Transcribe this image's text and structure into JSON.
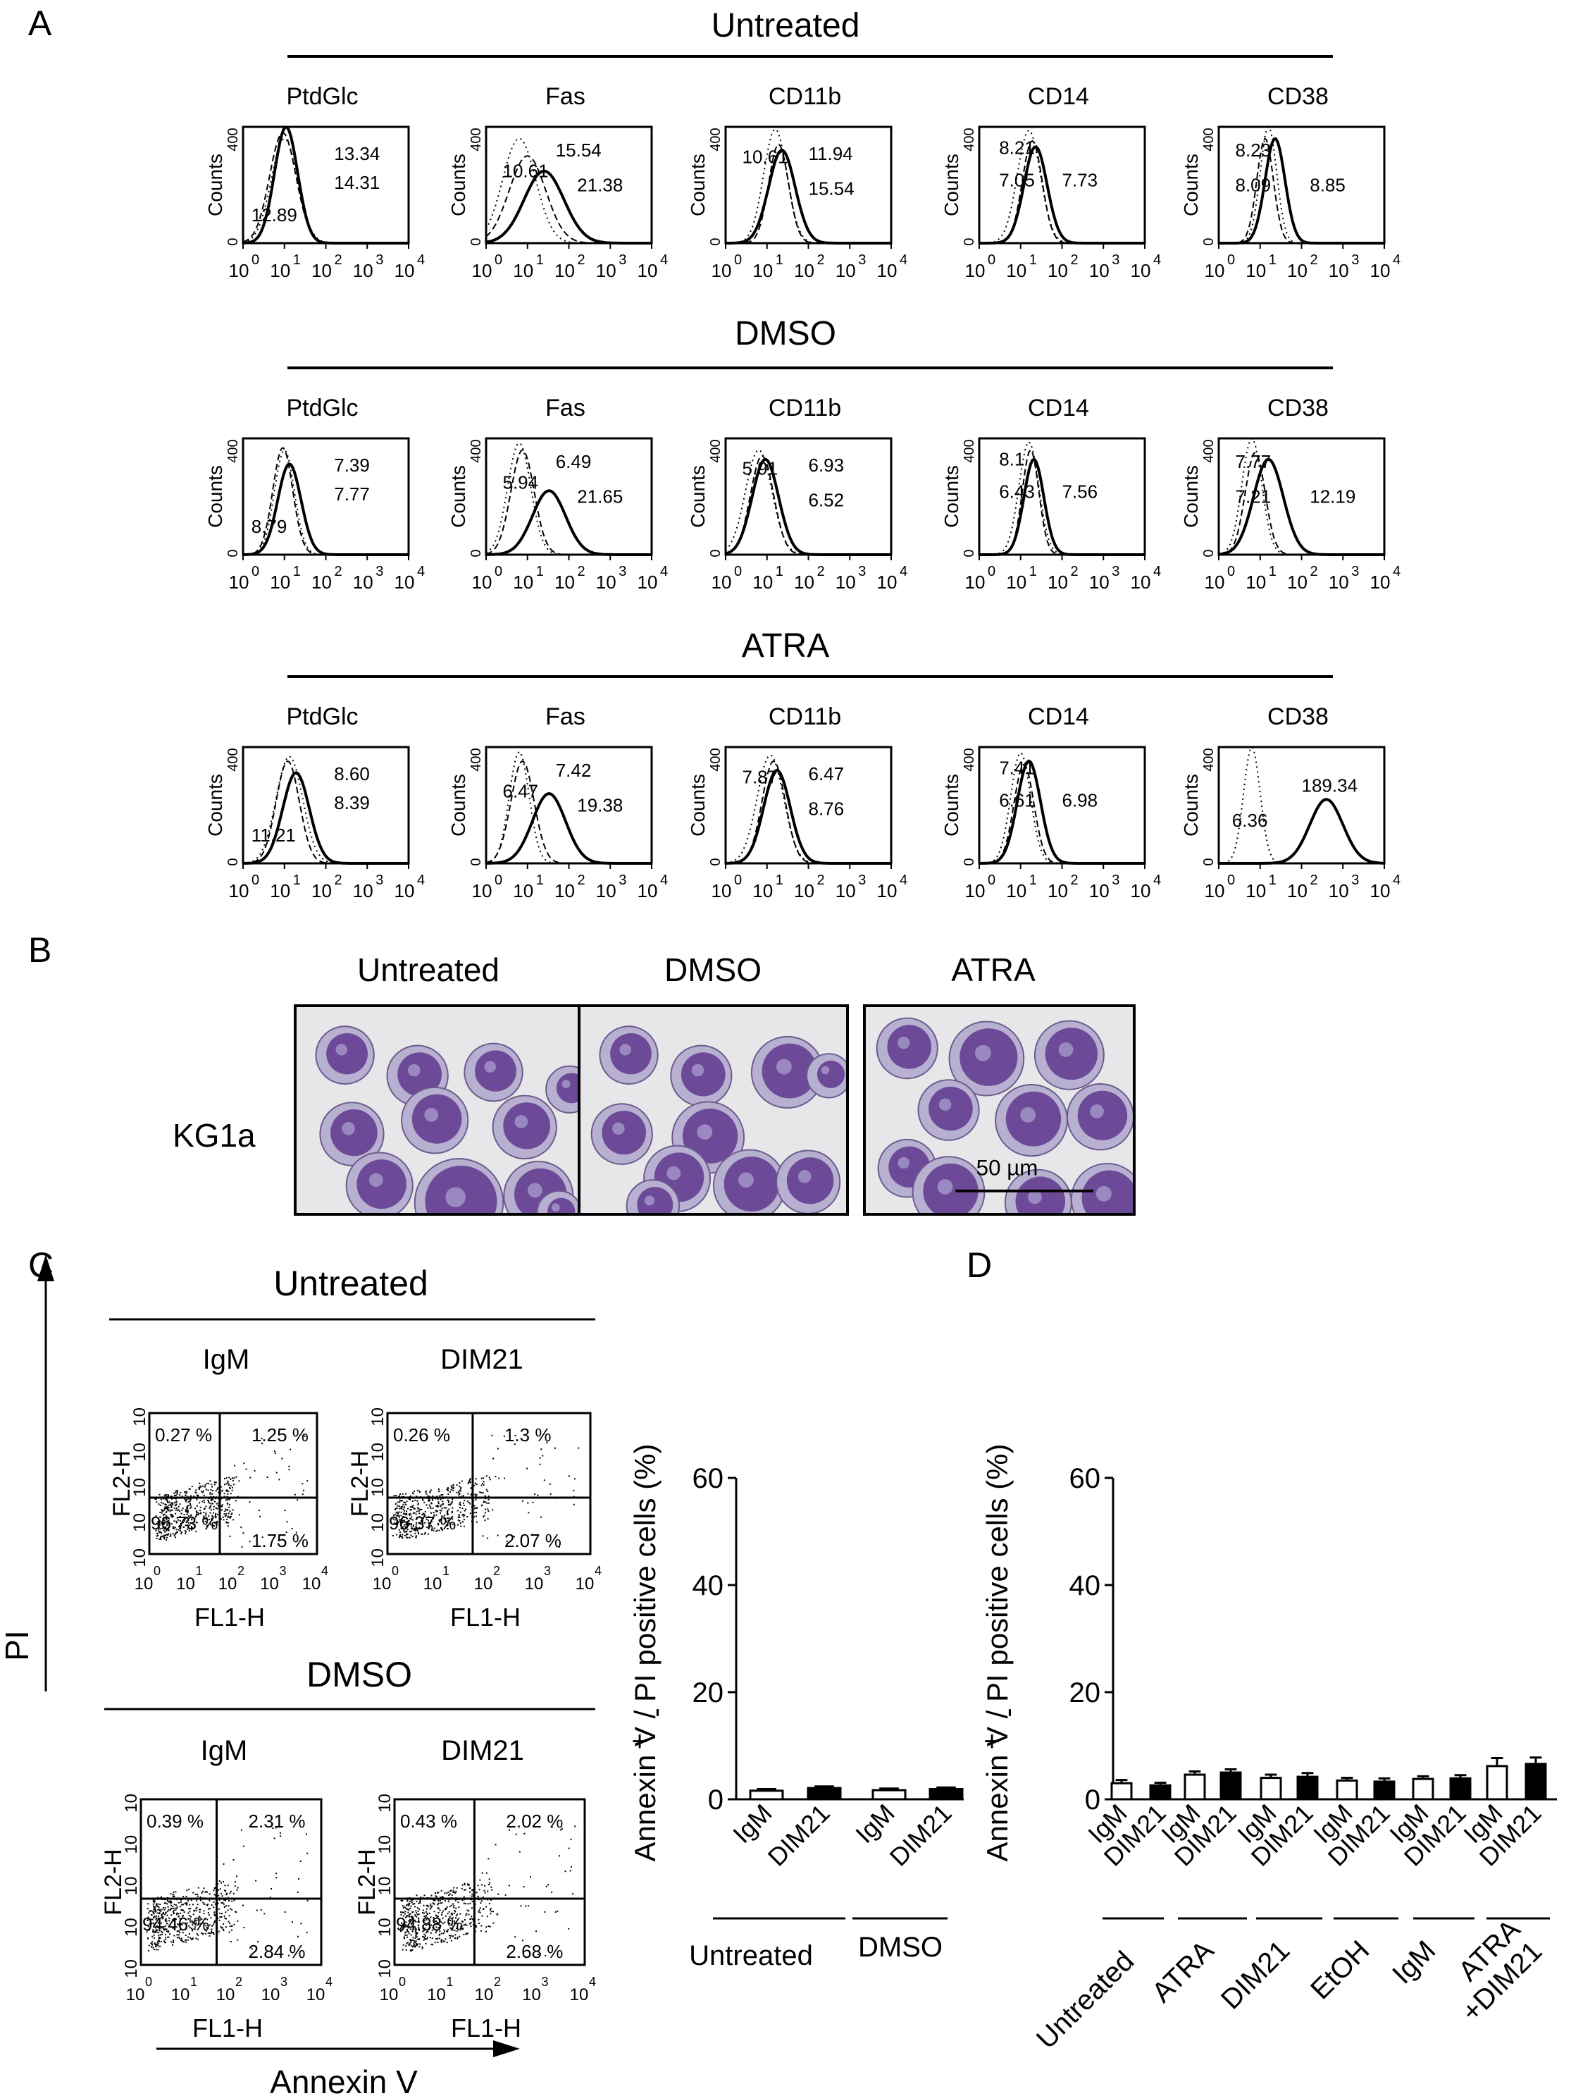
{
  "panel_labels": {
    "a": "A",
    "b": "B",
    "c": "C",
    "d": "D"
  },
  "panel_a": {
    "rows": [
      {
        "condition": "Untreated",
        "plots": [
          {
            "marker": "PtdGlc",
            "values": [
              "13.34",
              "14.31",
              "12.89"
            ]
          },
          {
            "marker": "Fas",
            "values": [
              "15.54",
              "10.61",
              "21.38"
            ]
          },
          {
            "marker": "CD11b",
            "values": [
              "10.61",
              "11.94",
              "15.54"
            ]
          },
          {
            "marker": "CD14",
            "values": [
              "8.21",
              "7.05",
              "7.73"
            ]
          },
          {
            "marker": "CD38",
            "values": [
              "8.23",
              "8.09",
              "8.85"
            ]
          }
        ]
      },
      {
        "condition": "DMSO",
        "plots": [
          {
            "marker": "PtdGlc",
            "values": [
              "7.39",
              "7.77",
              "8.79"
            ]
          },
          {
            "marker": "Fas",
            "values": [
              "6.49",
              "5.94",
              "21.65"
            ]
          },
          {
            "marker": "CD11b",
            "values": [
              "5.91",
              "6.93",
              "6.52"
            ]
          },
          {
            "marker": "CD14",
            "values": [
              "8.1",
              "6.43",
              "7.56"
            ]
          },
          {
            "marker": "CD38",
            "values": [
              "7.77",
              "7.21",
              "12.19"
            ]
          }
        ]
      },
      {
        "condition": "ATRA",
        "plots": [
          {
            "marker": "PtdGlc",
            "values": [
              "8.60",
              "8.39",
              "11.21"
            ]
          },
          {
            "marker": "Fas",
            "values": [
              "7.42",
              "6.47",
              "19.38"
            ]
          },
          {
            "marker": "CD11b",
            "values": [
              "7.87",
              "6.47",
              "8.76"
            ]
          },
          {
            "marker": "CD14",
            "values": [
              "7.41",
              "6.61",
              "6.98"
            ]
          },
          {
            "marker": "CD38",
            "values": [
              "189.34",
              "6.36"
            ]
          }
        ]
      }
    ],
    "ylabel": "Counts",
    "ytick_top": "400",
    "ytick_bottom": "0",
    "xtick_base": "10",
    "xtick_exponents": [
      "0",
      "1",
      "2",
      "3",
      "4"
    ]
  },
  "panel_b": {
    "cell_line": "KG1a",
    "conditions": [
      "Untreated",
      "DMSO",
      "ATRA"
    ],
    "scale_bar": "50 µm"
  },
  "panel_c": {
    "groups": [
      {
        "title": "Untreated",
        "plots": [
          {
            "label": "IgM",
            "ul": "0.27 %",
            "ur": "1.25 %",
            "ll": "96.73 %",
            "lr": "1.75 %"
          },
          {
            "label": "DIM21",
            "ul": "0.26 %",
            "ur": "1.3 %",
            "ll": "96.37 %",
            "lr": "2.07 %"
          }
        ]
      },
      {
        "title": "DMSO",
        "plots": [
          {
            "label": "IgM",
            "ul": "0.39 %",
            "ur": "2.31 %",
            "ll": "94.46 %",
            "lr": "2.84 %"
          },
          {
            "label": "DIM21",
            "ul": "0.43 %",
            "ur": "2.02 %",
            "ll": "94.88 %",
            "lr": "2.68 %"
          }
        ]
      }
    ],
    "ylabel": "FL2-H",
    "xlabel": "FL1-H",
    "y_arrow_label": "PI",
    "x_arrow_label": "Annexin V"
  },
  "chart_data": [
    {
      "type": "bar",
      "panel": "C",
      "ylabel_main": "Annexin V / PI positive cells (%)",
      "ylabel_signs": [
        "+",
        "-"
      ],
      "ylim": [
        0,
        60
      ],
      "yticks": [
        0,
        20,
        40,
        60
      ],
      "categories": [
        "IgM",
        "DIM21",
        "IgM",
        "DIM21"
      ],
      "values": [
        1.6,
        2.1,
        1.7,
        1.9
      ],
      "errors": [
        0.3,
        0.3,
        0.3,
        0.3
      ],
      "fills": [
        "#ffffff",
        "#000000",
        "#ffffff",
        "#000000"
      ],
      "groups": [
        "Untreated",
        "DMSO"
      ]
    },
    {
      "type": "bar",
      "panel": "D",
      "ylabel_main": "Annexin V / PI positive cells (%)",
      "ylabel_signs": [
        "+",
        "-"
      ],
      "ylim": [
        0,
        60
      ],
      "yticks": [
        0,
        20,
        40,
        60
      ],
      "categories": [
        "IgM",
        "DIM21",
        "IgM",
        "DIM21",
        "IgM",
        "DIM21",
        "IgM",
        "DIM21",
        "IgM",
        "DIM21",
        "IgM",
        "DIM21"
      ],
      "values": [
        3.0,
        2.6,
        4.6,
        5.0,
        4.0,
        4.2,
        3.5,
        3.3,
        3.8,
        3.9,
        6.2,
        6.6
      ],
      "errors": [
        0.6,
        0.5,
        0.6,
        0.6,
        0.6,
        0.7,
        0.5,
        0.6,
        0.5,
        0.6,
        1.5,
        1.2
      ],
      "fills": [
        "#ffffff",
        "#000000",
        "#ffffff",
        "#000000",
        "#ffffff",
        "#000000",
        "#ffffff",
        "#000000",
        "#ffffff",
        "#000000",
        "#ffffff",
        "#000000"
      ],
      "groups": [
        "Untreated",
        "ATRA",
        "DIM21",
        "EtOH",
        "IgM",
        "ATRA\n+DIM21"
      ]
    }
  ]
}
